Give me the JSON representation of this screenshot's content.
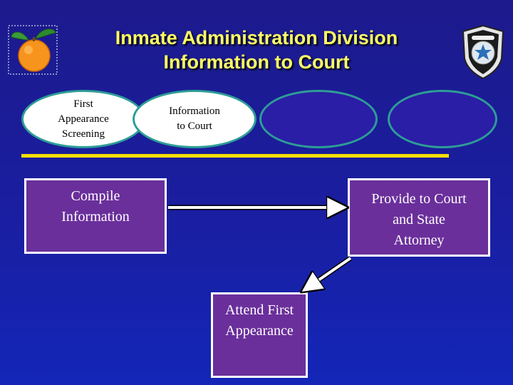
{
  "title": {
    "line1": "Inmate Administration Division",
    "line2": "Information to Court"
  },
  "phases": [
    {
      "lines": [
        "First",
        "Appearance",
        "Screening"
      ],
      "style": "light"
    },
    {
      "lines": [
        "Information",
        "to Court"
      ],
      "style": "light"
    },
    {
      "lines": [],
      "style": "dark"
    },
    {
      "lines": [],
      "style": "dark"
    }
  ],
  "steps": {
    "compile": {
      "lines": [
        "Compile",
        "Information"
      ]
    },
    "provide": {
      "lines": [
        "Provide to Court",
        "and State",
        "Attorney"
      ]
    },
    "attend": {
      "lines": [
        "Attend First",
        "Appearance"
      ]
    }
  },
  "colors": {
    "title": "#ffff66",
    "background": "#1c1a8c",
    "timeline": "#f6e000",
    "box_fill": "#6a2f9b",
    "oval_border": "#2e9d96"
  },
  "icons": {
    "logo_left": "orange-icon",
    "logo_right": "sheriff-badge-icon"
  }
}
